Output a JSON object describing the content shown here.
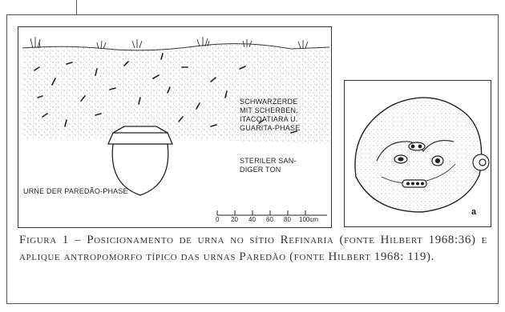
{
  "figure_left": {
    "label_schwarzerde": "SCHWARZERDE\nMIT SCHERBEN.\nITACOATIARA U.\nGUARITA-PHASE",
    "label_steriler": "STERILER SAN-\nDIGER TON",
    "label_urne": "URNE DER PAREDÃO-PHASE",
    "scale_ticks": [
      "0",
      "20",
      "40",
      "60",
      "80",
      "100cm"
    ]
  },
  "figure_right": {
    "letter": "a"
  },
  "caption": {
    "text": "Figura 1 – Posicionamento de urna no sítio Refinaria (fonte Hilbert 1968:36) e aplique antropomorfo típico das urnas Paredão (fonte Hilbert 1968: 119)."
  }
}
